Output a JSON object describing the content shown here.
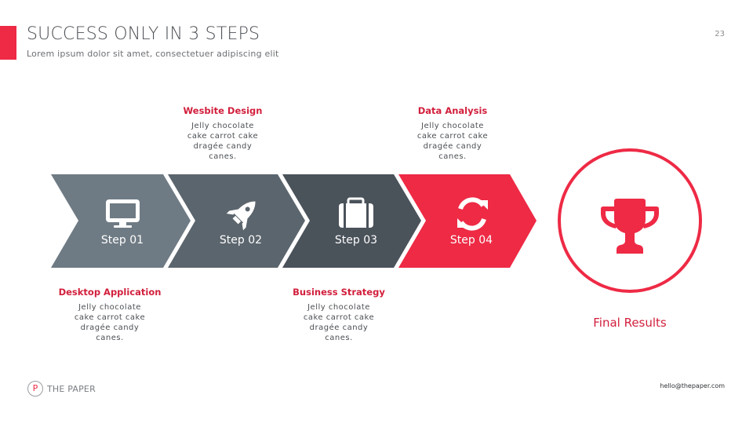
{
  "header": {
    "title": "SUCCESS ONLY IN 3 STEPS",
    "subtitle": "Lorem ipsum  dolor sit amet, consectetuer  adipiscing elit",
    "page_number": "23",
    "accent_color": "#ee2a45"
  },
  "steps": [
    {
      "label": "Step 01",
      "icon": "desktop-monitor-icon",
      "color": "#6f7b84",
      "caption_position": "below",
      "caption_title": "Desktop Application",
      "caption_text": "Jelly chocolate cake carrot cake dragée candy canes."
    },
    {
      "label": "Step 02",
      "icon": "rocket-icon",
      "color": "#5b656d",
      "caption_position": "above",
      "caption_title": "Wesbite Design",
      "caption_text": "Jelly chocolate cake carrot cake dragée candy canes."
    },
    {
      "label": "Step 03",
      "icon": "briefcase-icon",
      "color": "#4a525a",
      "caption_position": "below",
      "caption_title": "Business Strategy",
      "caption_text": "Jelly chocolate cake carrot cake dragée candy canes."
    },
    {
      "label": "Step 04",
      "icon": "refresh-icon",
      "color": "#ee2a45",
      "caption_position": "above",
      "caption_title": "Data Analysis",
      "caption_text": "Jelly chocolate cake carrot cake dragée candy canes."
    }
  ],
  "final": {
    "label": "Final Results",
    "icon": "trophy-icon",
    "color": "#ee2a45"
  },
  "footer": {
    "logo_letter": "P",
    "brand": "THE PAPER",
    "email": "hello@thepaper.com"
  }
}
